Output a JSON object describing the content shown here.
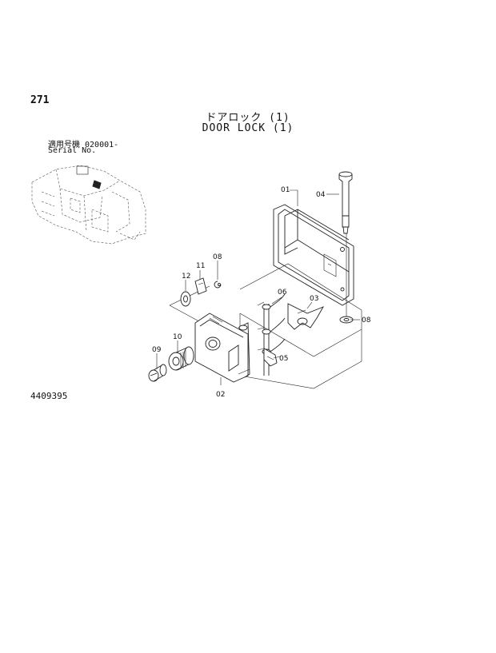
{
  "page": {
    "number": "271",
    "title_jp": "ドアロック (1)",
    "title_en": "DOOR LOCK (1)",
    "serial_label_jp": "適用号機  020001-",
    "serial_label_en": "Serial No.",
    "drawing_number": "4409395"
  },
  "callouts": [
    {
      "id": "01",
      "label": "01"
    },
    {
      "id": "02",
      "label": "02"
    },
    {
      "id": "03",
      "label": "03"
    },
    {
      "id": "04",
      "label": "04"
    },
    {
      "id": "05",
      "label": "05"
    },
    {
      "id": "06",
      "label": "06"
    },
    {
      "id": "08a",
      "label": "08"
    },
    {
      "id": "08b",
      "label": "08"
    },
    {
      "id": "09",
      "label": "09"
    },
    {
      "id": "10",
      "label": "10"
    },
    {
      "id": "11",
      "label": "11"
    },
    {
      "id": "12",
      "label": "12"
    }
  ]
}
